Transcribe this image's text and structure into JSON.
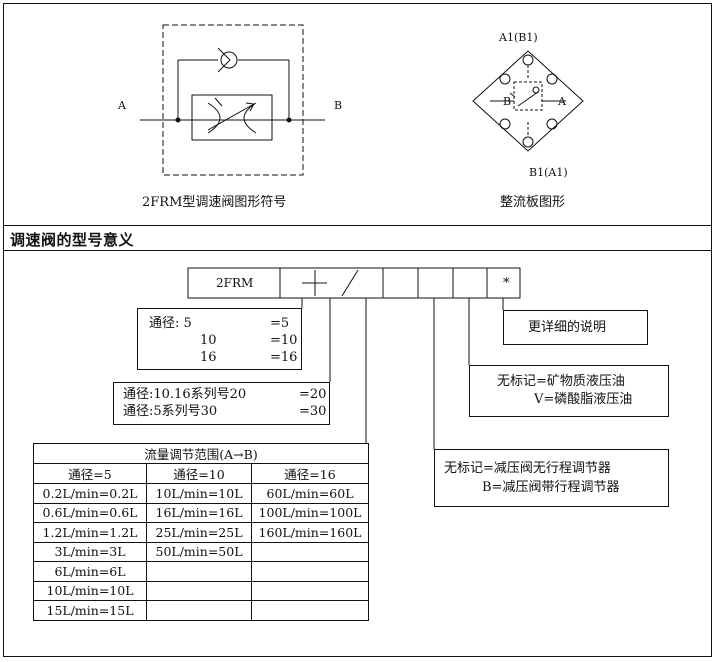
{
  "symbol": {
    "port_a": "A",
    "port_b": "B",
    "caption": "2FRM型调速阀图形符号"
  },
  "plate": {
    "top_label": "A1(B1)",
    "bottom_label": "B1(A1)",
    "inner_b": "B",
    "inner_a": "A",
    "caption": "整流板图形"
  },
  "section_title": "调速阀的型号意义",
  "model_code": {
    "prefix": "2FRM",
    "star": "*"
  },
  "details_box": "更详细的说明",
  "size_box": {
    "rows": [
      {
        "label": "通径: 5",
        "value": "=5"
      },
      {
        "label": "10",
        "value": "=10"
      },
      {
        "label": "16",
        "value": "=16"
      }
    ]
  },
  "series_box": {
    "rows": [
      {
        "label": "通径:10.16系列号20",
        "value": "=20"
      },
      {
        "label": "通径:5系列号30",
        "value": "=30"
      }
    ]
  },
  "fluid_box": {
    "line1": "无标记=矿物质液压油",
    "line2": "V=磷酸脂液压油"
  },
  "regulator_box": {
    "line1": "无标记=减压阀无行程调节器",
    "line2": "B=减压阀带行程调节器"
  },
  "flow_table": {
    "title": "流量调节范围(A→B)",
    "headers": [
      "通径=5",
      "通径=10",
      "通径=16"
    ],
    "rows": [
      [
        "0.2L/min=0.2L",
        "10L/min=10L",
        "60L/min=60L"
      ],
      [
        "0.6L/min=0.6L",
        "16L/min=16L",
        "100L/min=100L"
      ],
      [
        "1.2L/min=1.2L",
        "25L/min=25L",
        "160L/min=160L"
      ],
      [
        "3L/min=3L",
        "50L/min=50L",
        ""
      ],
      [
        "6L/min=6L",
        "",
        ""
      ],
      [
        "10L/min=10L",
        "",
        ""
      ],
      [
        "15L/min=15L",
        "",
        ""
      ]
    ]
  }
}
